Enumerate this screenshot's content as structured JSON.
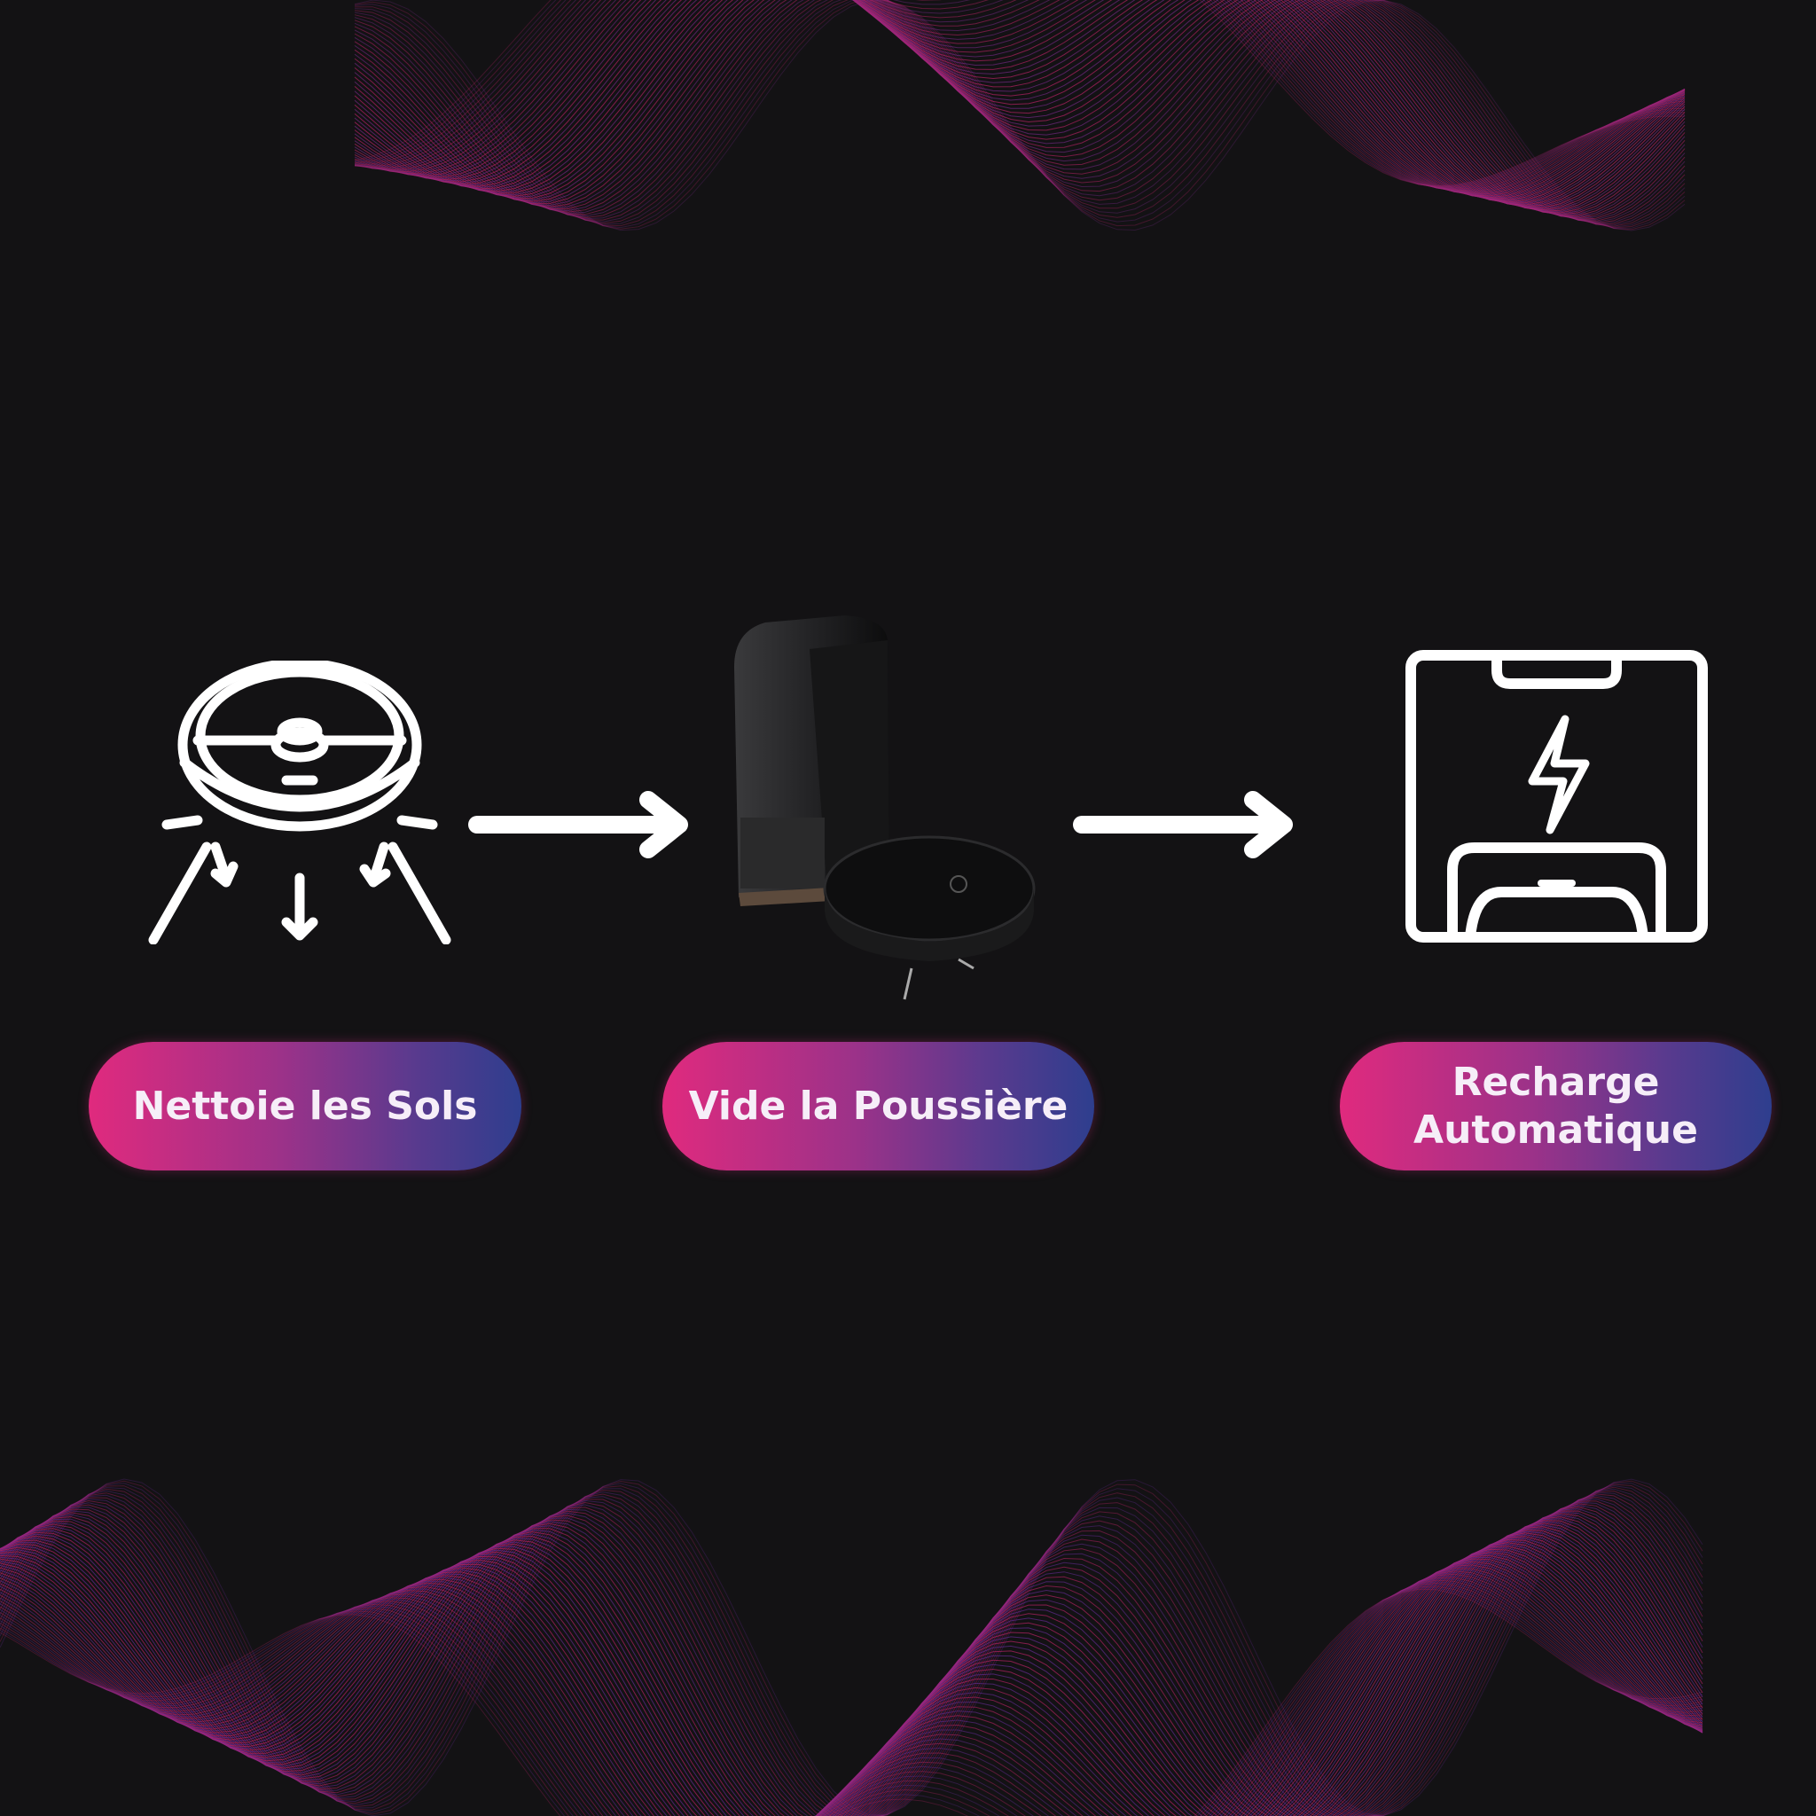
{
  "steps": [
    {
      "label": "Nettoie les Sols",
      "icon": "robot-vacuum-cleaning-icon"
    },
    {
      "label": "Vide la Poussière",
      "icon": "robot-with-dust-station-image"
    },
    {
      "label_line1": "Recharge",
      "label_line2": "Automatique",
      "icon": "charging-dock-icon"
    }
  ],
  "colors": {
    "background": "#131214",
    "gradient_start": "#e02a7e",
    "gradient_end": "#2e3e8e",
    "wave": "#c2246a"
  }
}
